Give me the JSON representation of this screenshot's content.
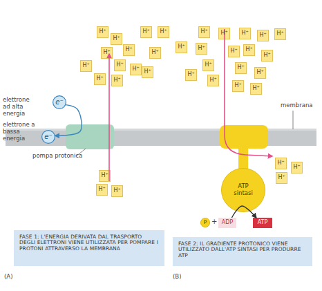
{
  "diagram": {
    "nodes": [
      {
        "text": [
          "H⁺"
        ]
      },
      {
        "text": [
          "H⁺"
        ]
      },
      {
        "text": [
          "H⁺"
        ]
      },
      {
        "text": [
          "H⁺"
        ]
      },
      {
        "text": [
          "H⁺"
        ]
      },
      {
        "text": [
          "H⁺"
        ]
      },
      {
        "text": [
          "H⁺"
        ]
      },
      {
        "text": [
          "H⁺"
        ]
      },
      {
        "text": [
          "H⁺"
        ]
      },
      {
        "text": [
          "H⁺"
        ]
      },
      {
        "text": [
          "H⁺"
        ]
      },
      {
        "text": [
          "H⁺"
        ]
      },
      {
        "text": [
          "H⁺"
        ]
      },
      {
        "text": [
          "H⁺"
        ]
      },
      {
        "text": [
          "H⁺"
        ]
      },
      {
        "text": [
          "H⁺"
        ]
      },
      {
        "text": [
          "H⁺"
        ]
      },
      {
        "text": [
          "H⁺"
        ]
      },
      {
        "text": [
          "H⁺"
        ]
      },
      {
        "text": [
          "H⁺"
        ]
      },
      {
        "text": [
          "H⁺"
        ]
      },
      {
        "text": [
          "H⁺"
        ]
      },
      {
        "text": [
          "H⁺"
        ]
      },
      {
        "text": [
          "H⁺"
        ]
      },
      {
        "text": [
          "H⁺"
        ]
      },
      {
        "text": [
          "H⁺"
        ]
      },
      {
        "text": [
          "H⁺"
        ]
      },
      {
        "text": [
          "H⁺"
        ]
      },
      {
        "text": [
          "H⁺"
        ]
      },
      {
        "text": [
          "H⁺"
        ]
      },
      {
        "text": [
          "e⁻"
        ]
      },
      {
        "text": [
          "e⁻"
        ]
      },
      {
        "text": [
          "pompa protonica"
        ]
      },
      {
        "text": [
          "ATP sintasi"
        ]
      },
      {
        "text": [
          "H⁺"
        ]
      },
      {
        "text": [
          "H⁺"
        ]
      },
      {
        "text": [
          "H⁺"
        ]
      },
      {
        "text": [
          "H⁺"
        ]
      },
      {
        "text": [
          "H⁺"
        ]
      },
      {
        "text": [
          "H⁺"
        ]
      },
      {
        "text": [
          "P"
        ]
      },
      {
        "text": [
          "ADP"
        ]
      },
      {
        "text": [
          "ATP"
        ]
      },
      {
        "text": [
          "FASE 1: L'ENERGIA DERIVATA DAL TRASPORTO DEGLI ELETTRONI VIENE UTILIZZATA PER POMPARE I PROTONI ATTRAVERSO LA MEMBRANA"
        ]
      },
      {
        "text": [
          "FASE 2: IL GRADIENTE PROTONICO VIENE UTILIZZATO DALL'ATP SINTASI PER PRODURRE ATP"
        ]
      }
    ],
    "edges": [
      {
        "from": 30,
        "to": 31,
        "arrow": "to"
      },
      {
        "from": 41,
        "to": 42,
        "arrow": "to"
      }
    ],
    "labels": [
      "elettrone ad alta energia",
      "elettrone a bassa energia",
      "+",
      "membrana",
      "(A)",
      "(B)"
    ]
  }
}
